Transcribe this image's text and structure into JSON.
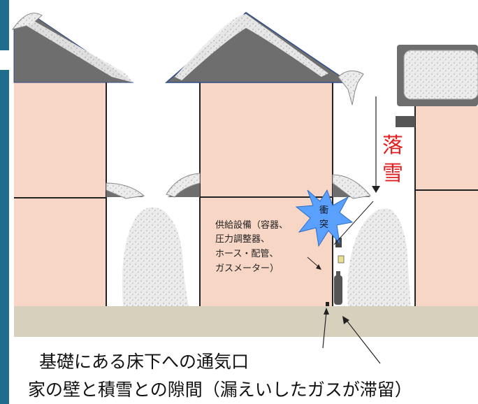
{
  "labels": {
    "falling_snow": [
      "落",
      "雪"
    ],
    "impact": [
      "衝",
      "突"
    ],
    "equipment": [
      "供給設備（容器、",
      "圧力調整器、",
      "ホース・配管、",
      "ガスメーター）"
    ],
    "vent": "基礎にある床下への通気口",
    "gap": "家の壁と積雪との隙間（漏えいしたガスが滞留）"
  },
  "colors": {
    "wall": "#f8d6c6",
    "roof": "#6e6e6e",
    "ground": "#d6d0bd",
    "snow": "#e9e9e9",
    "accent_red": "#e02020",
    "burst": "#5aa0ff",
    "frame_bar": "#1f6d8c"
  }
}
